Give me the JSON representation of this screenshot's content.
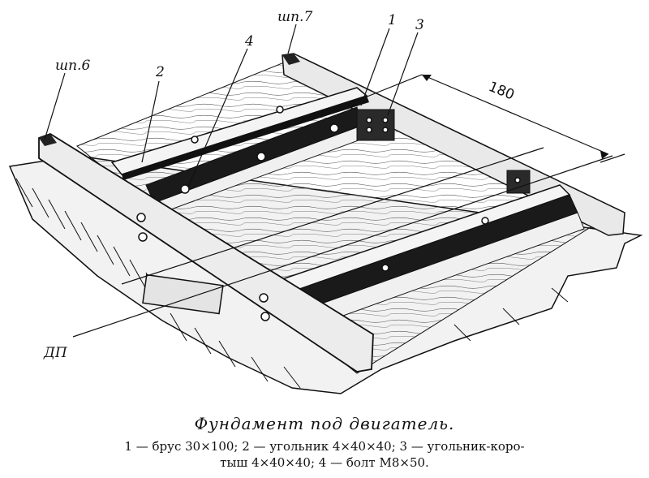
{
  "labels": {
    "shp6": "шп.6",
    "shp7": "шп.7",
    "n1": "1",
    "n2": "2",
    "n3": "3",
    "n4": "4",
    "dp": "ДП",
    "dim": "180"
  },
  "caption": {
    "title": "Фундамент под двигатель.",
    "line1": "1 — брус 30×100; 2 — угольник 4×40×40; 3 — угольник-коро-",
    "line2": "тыш 4×40×40; 4 — болт М8×50."
  }
}
